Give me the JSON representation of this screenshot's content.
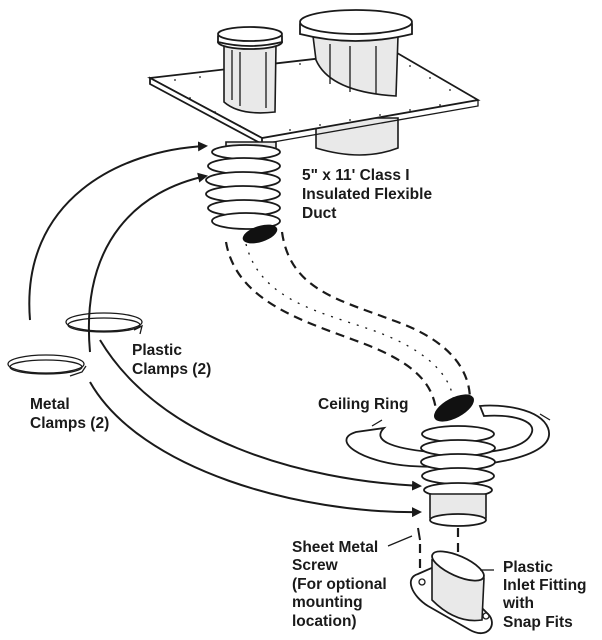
{
  "diagram": {
    "labels": {
      "duct": [
        "5\" x 11' Class I",
        "Insulated Flexible",
        "Duct"
      ],
      "plastic_clamps": [
        "Plastic",
        "Clamps (2)"
      ],
      "metal_clamps": [
        "Metal",
        "Clamps (2)"
      ],
      "ceiling_ring": [
        "Ceiling Ring"
      ],
      "sheet_metal_screw": [
        "Sheet Metal",
        "Screw",
        "(For optional",
        "mounting",
        "location)"
      ],
      "inlet_fitting": [
        "Plastic",
        "Inlet Fitting",
        "with",
        "Snap Fits"
      ]
    },
    "components": [
      "roof-jack-plate",
      "small-vent-cap",
      "large-vent-cap",
      "flexible-duct",
      "plastic-clamp",
      "metal-clamp",
      "ceiling-ring",
      "sheet-metal-screw",
      "plastic-inlet-fitting"
    ],
    "colors": {
      "ink": "#1a1a1a",
      "background": "#ffffff"
    }
  }
}
